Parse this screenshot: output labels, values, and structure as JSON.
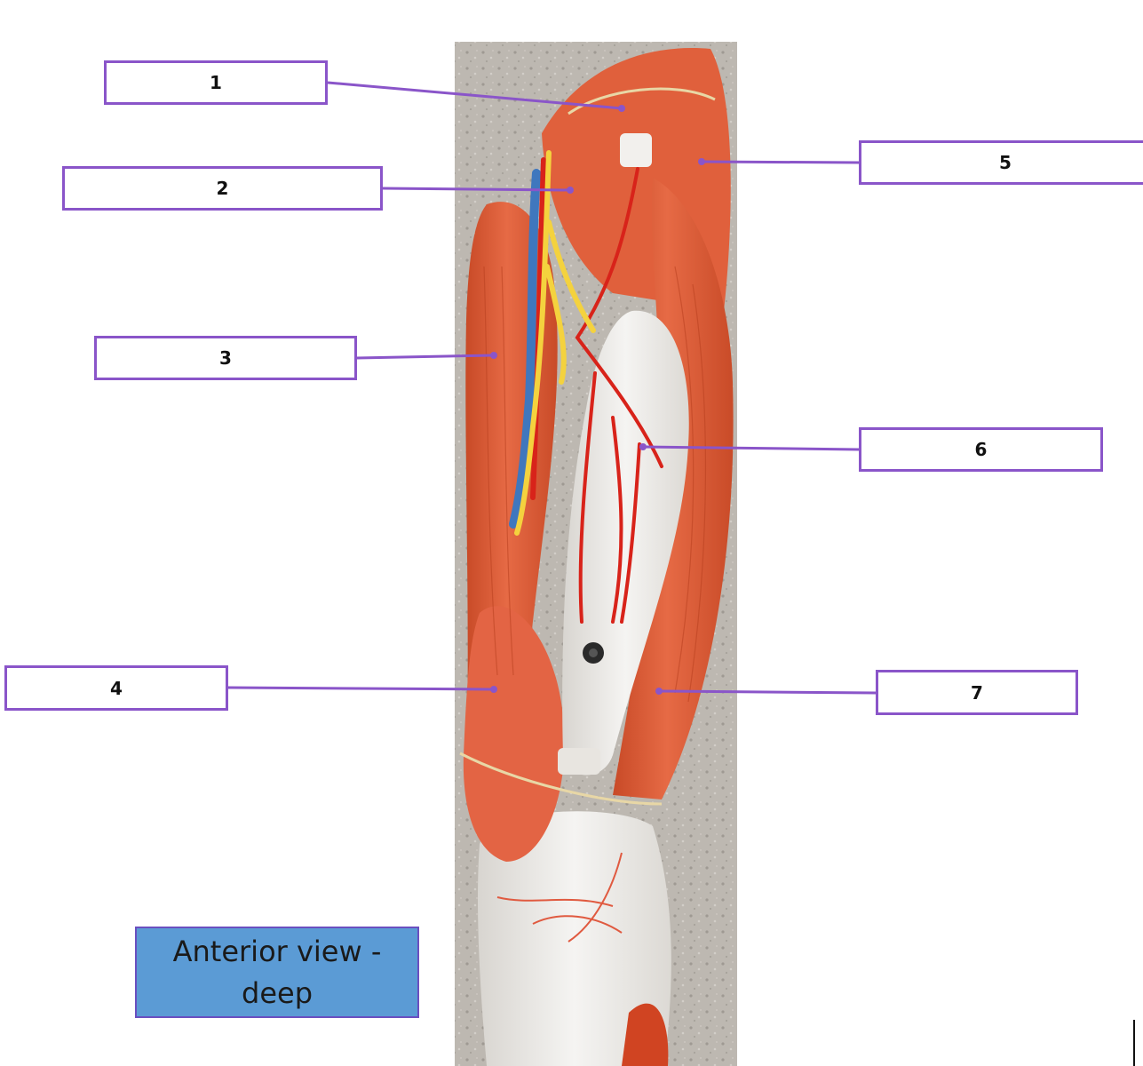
{
  "diagram": {
    "labels": [
      "1",
      "2",
      "3",
      "4",
      "5",
      "6",
      "7"
    ],
    "caption": "Anterior view - deep"
  },
  "colors": {
    "muscle": "#e0603c",
    "muscle_dark": "#b8401f",
    "tendon": "#eeeae4",
    "artery": "#d8231a",
    "vein": "#3f77be",
    "nerve": "#f4d23e",
    "leader_line": "#8a55c9",
    "caption_fill": "#5b9bd5",
    "background_stone": "#bdb8b1"
  }
}
